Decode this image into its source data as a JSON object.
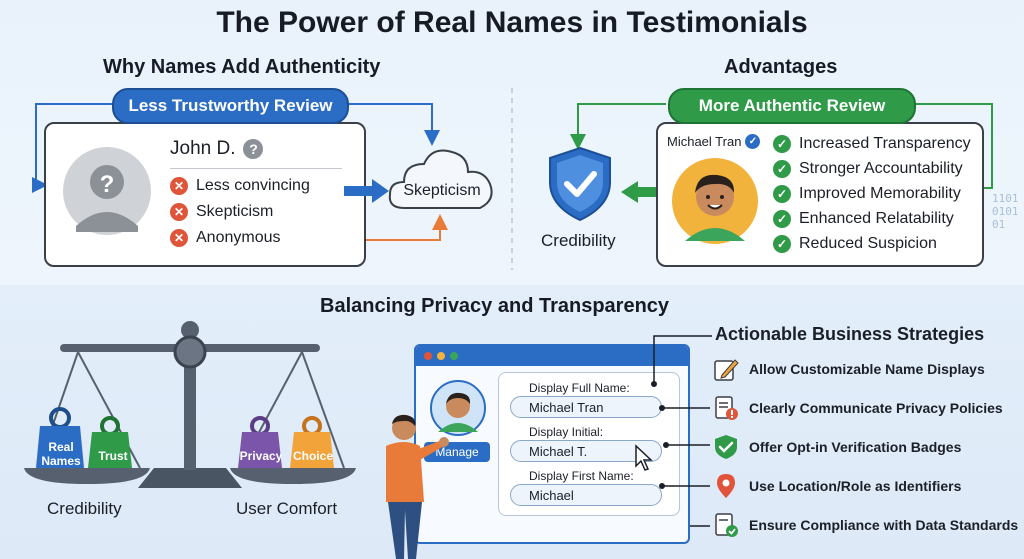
{
  "title": "The Power of Real Names in Testimonials",
  "left_section": {
    "heading": "Why Names Add Authenticity",
    "pill": "Less Trustworthy Review",
    "name": "John D.",
    "items": [
      "Less convincing",
      "Skepticism",
      "Anonymous"
    ],
    "cloud": "Skepticism"
  },
  "right_section": {
    "heading": "Advantages",
    "pill": "More Authentic Review",
    "name": "Michael Tran",
    "items": [
      "Increased Transparency",
      "Stronger Accountability",
      "Improved Memorability",
      "Enhanced Relatability",
      "Reduced Suspicion"
    ],
    "shield_label": "Credibility"
  },
  "balance_section": {
    "heading": "Balancing Privacy and Transparency",
    "left_weights": [
      "Real Names",
      "Trust"
    ],
    "right_weights": [
      "Privacy",
      "Choice"
    ],
    "left_label": "Credibility",
    "right_label": "User Comfort"
  },
  "browser": {
    "manage": "Manage",
    "fields": [
      {
        "label": "Display Full Name:",
        "value": "Michael Tran"
      },
      {
        "label": "Display Initial:",
        "value": "Michael T."
      },
      {
        "label": "Display First Name:",
        "value": "Michael"
      }
    ]
  },
  "strategies": {
    "heading": "Actionable Business Strategies",
    "items": [
      "Allow Customizable Name Displays",
      "Clearly Communicate Privacy Policies",
      "Offer Opt-in Verification Badges",
      "Use Location/Role as Identifiers",
      "Ensure Compliance with Data Standards"
    ]
  },
  "decor": {
    "binary": [
      "1101",
      "0101",
      "01"
    ]
  },
  "colors": {
    "blue_pill": "#2b6cc4",
    "green_pill": "#2f9a48",
    "x_red": "#e0553a",
    "check_green": "#2f9a48",
    "flow_blue": "#2b6cc4",
    "flow_orange": "#e87a3a"
  }
}
